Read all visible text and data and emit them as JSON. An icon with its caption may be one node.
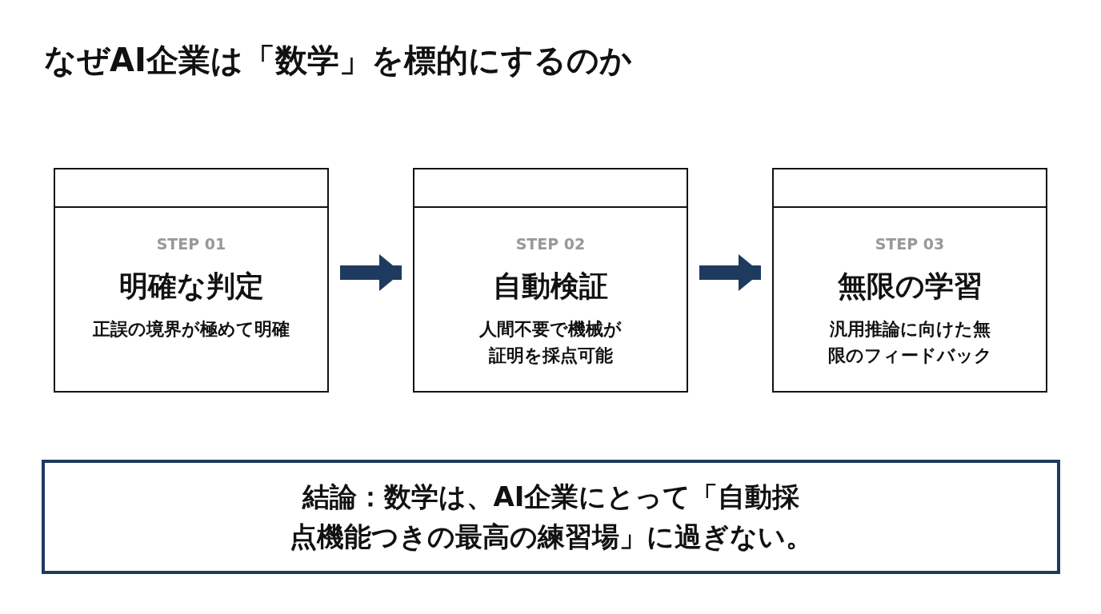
{
  "diagram": {
    "title": "なぜAI企業は「数学」を標的にするのか",
    "nodes": [
      {
        "text": [
          "STEP 01",
          "明確な判定",
          "正誤の境界が極めて明確"
        ]
      },
      {
        "text": [
          "STEP 02",
          "自動検証",
          "人間不要で機械が証明を採点可能"
        ]
      },
      {
        "text": [
          "STEP 03",
          "無限の学習",
          "汎用推論に向けた無限のフィードバック"
        ]
      },
      {
        "text": [
          "結論：数学は、AI企業にとって「自動採点機能つきの最高の練習場」に過ぎない。"
        ]
      }
    ],
    "edges": [
      {
        "from": 0,
        "to": 1,
        "arrow": "to"
      },
      {
        "from": 1,
        "to": 2,
        "arrow": "to"
      }
    ]
  }
}
